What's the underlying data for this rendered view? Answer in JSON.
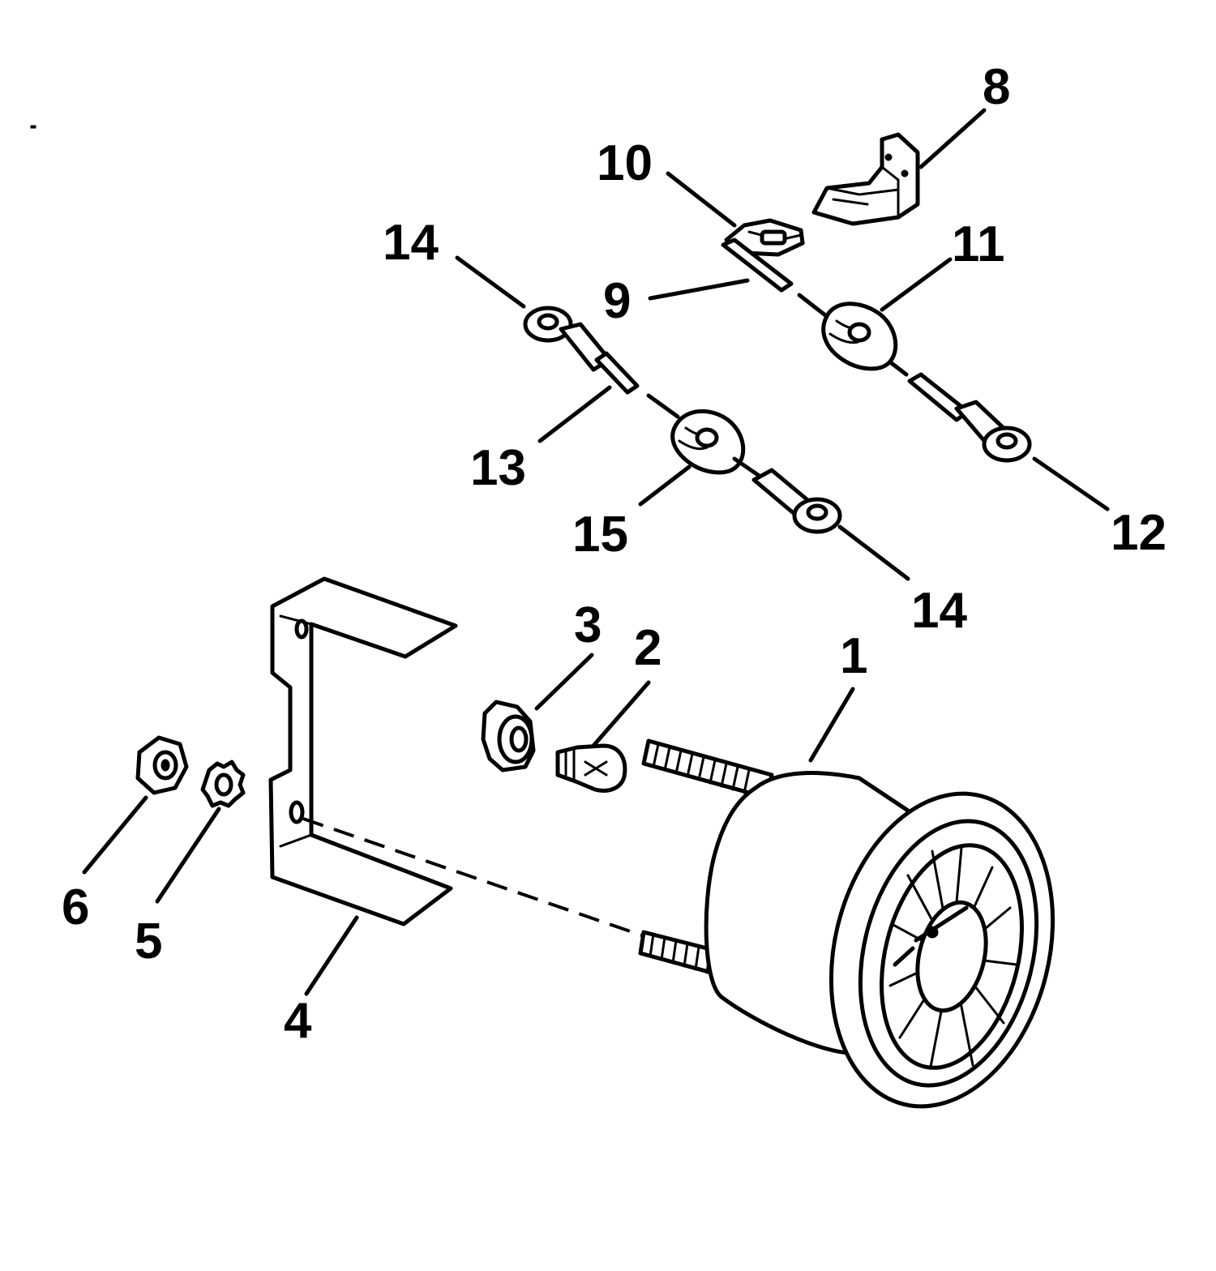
{
  "diagram": {
    "colors": {
      "ink": "#000000",
      "paper": "#ffffff"
    },
    "callouts": [
      {
        "id": "c1",
        "text": "1"
      },
      {
        "id": "c2",
        "text": "2"
      },
      {
        "id": "c3",
        "text": "3"
      },
      {
        "id": "c4",
        "text": "4"
      },
      {
        "id": "c5",
        "text": "5"
      },
      {
        "id": "c6",
        "text": "6"
      },
      {
        "id": "c8",
        "text": "8"
      },
      {
        "id": "c9",
        "text": "9"
      },
      {
        "id": "c10",
        "text": "10"
      },
      {
        "id": "c11",
        "text": "11"
      },
      {
        "id": "c12",
        "text": "12"
      },
      {
        "id": "c13",
        "text": "13"
      },
      {
        "id": "c14a",
        "text": "14"
      },
      {
        "id": "c14b",
        "text": "14"
      },
      {
        "id": "c15",
        "text": "15"
      }
    ]
  }
}
